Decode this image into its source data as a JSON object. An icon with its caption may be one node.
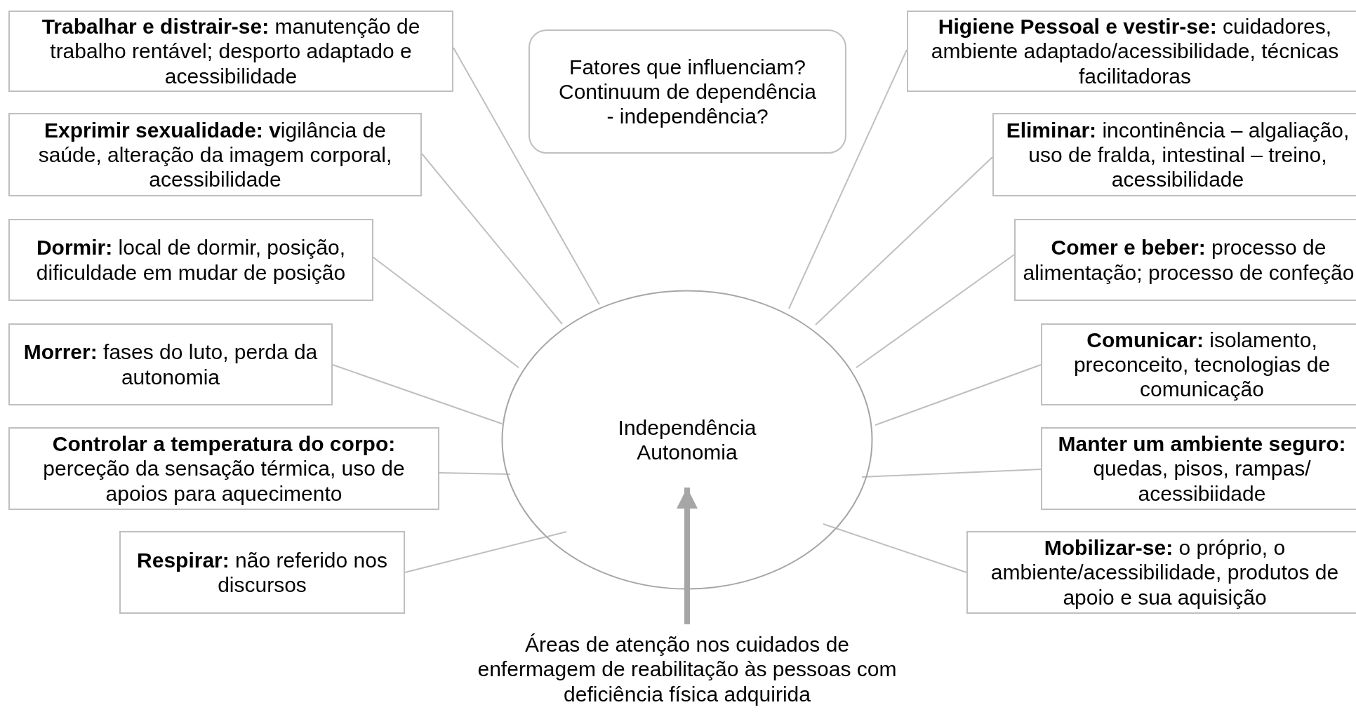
{
  "diagram": {
    "nodes": [
      {
        "text": [
          "**Trabalhar e distrair-se:** manutenção de trabalho rentável; desporto adaptado e acessibilidade"
        ]
      },
      {
        "text": [
          "**Exprimir sexualidade: v**igilância de saúde, alteração da imagem corporal, acessibilidade"
        ]
      },
      {
        "text": [
          "**Dormir:** local de dormir, posição, dificuldade em mudar de posição"
        ]
      },
      {
        "text": [
          "**Morrer:** fases do luto, perda da autonomia"
        ]
      },
      {
        "text": [
          "**Controlar a temperatura do corpo:** perceção da sensação térmica, uso de apoios para aquecimento"
        ]
      },
      {
        "text": [
          "**Respirar:** não referido nos discursos"
        ]
      },
      {
        "text": [
          "Fatores que influenciam? Continuum de dependência - independência?"
        ]
      },
      {
        "text": [
          "**Higiene Pessoal e vestir-se:** cuidadores, ambiente adaptado/acessibilidade, técnicas facilitadoras"
        ]
      },
      {
        "text": [
          "**Eliminar:** incontinência – algaliação, uso de fralda, intestinal – treino, acessibilidade"
        ]
      },
      {
        "text": [
          "**Comer e beber:** processo de alimentação; processo de confeção"
        ]
      },
      {
        "text": [
          "**Comunicar:** isolamento, preconceito, tecnologias de comunicação"
        ]
      },
      {
        "text": [
          "**Manter um ambiente seguro:** quedas, pisos, rampas/ acessibiidade"
        ]
      },
      {
        "text": [
          "**Mobilizar-se:** o próprio, o ambiente/acessibilidade, produtos de apoio e sua aquisição"
        ]
      },
      {
        "text": [
          "Independência Autonomia"
        ]
      },
      {
        "text": [
          "Áreas de atenção nos cuidados de enfermagem de reabilitação às pessoas com deficiência física adquirida"
        ]
      }
    ],
    "edges": [
      {
        "from": 0,
        "to": 13,
        "arrow": "none"
      },
      {
        "from": 1,
        "to": 13,
        "arrow": "none"
      },
      {
        "from": 2,
        "to": 13,
        "arrow": "none"
      },
      {
        "from": 3,
        "to": 13,
        "arrow": "none"
      },
      {
        "from": 4,
        "to": 13,
        "arrow": "none"
      },
      {
        "from": 5,
        "to": 13,
        "arrow": "none"
      },
      {
        "from": 7,
        "to": 13,
        "arrow": "none"
      },
      {
        "from": 8,
        "to": 13,
        "arrow": "none"
      },
      {
        "from": 9,
        "to": 13,
        "arrow": "none"
      },
      {
        "from": 10,
        "to": 13,
        "arrow": "none"
      },
      {
        "from": 11,
        "to": 13,
        "arrow": "none"
      },
      {
        "from": 12,
        "to": 13,
        "arrow": "none"
      },
      {
        "from": 14,
        "to": 13,
        "arrow": "to",
        "style": "thick"
      }
    ]
  }
}
